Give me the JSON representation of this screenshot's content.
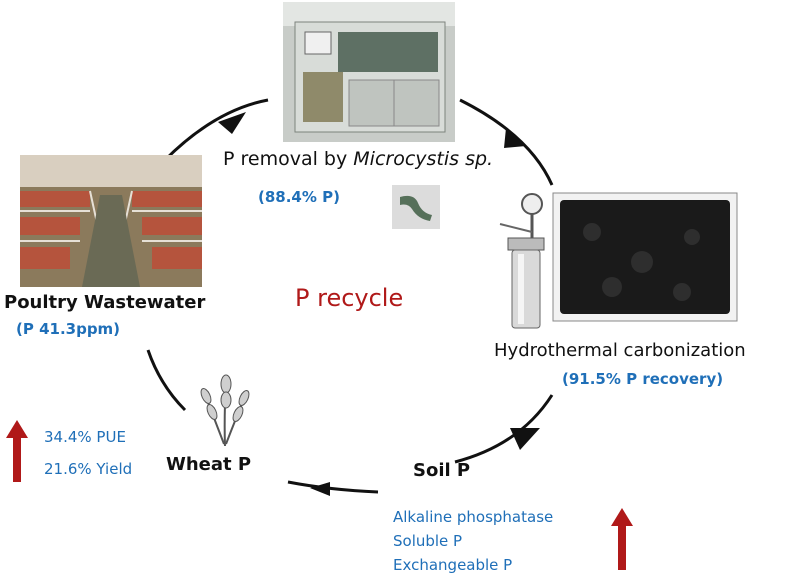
{
  "center": {
    "title": "P recycle"
  },
  "nodes": {
    "removal": {
      "label_prefix": "P removal by ",
      "label_species": "Microcystis sp.",
      "value": "(88.4% P)"
    },
    "wastewater": {
      "label": "Poultry Wastewater",
      "value": "(P 41.3ppm)"
    },
    "htc": {
      "label": "Hydrothermal carbonization",
      "value": "(91.5% P recovery)"
    },
    "soil": {
      "label": "Soil P",
      "effects": [
        "Alkaline phosphatase",
        "Soluble P",
        "Exchangeable P"
      ]
    },
    "wheat": {
      "label": "Wheat P",
      "effects": [
        "34.4% PUE",
        "21.6% Yield"
      ]
    }
  },
  "colors": {
    "cycle": "#111111",
    "increase_arrow": "#b01919",
    "value_text": "#1f6fb8",
    "title_text": "#b01919"
  }
}
